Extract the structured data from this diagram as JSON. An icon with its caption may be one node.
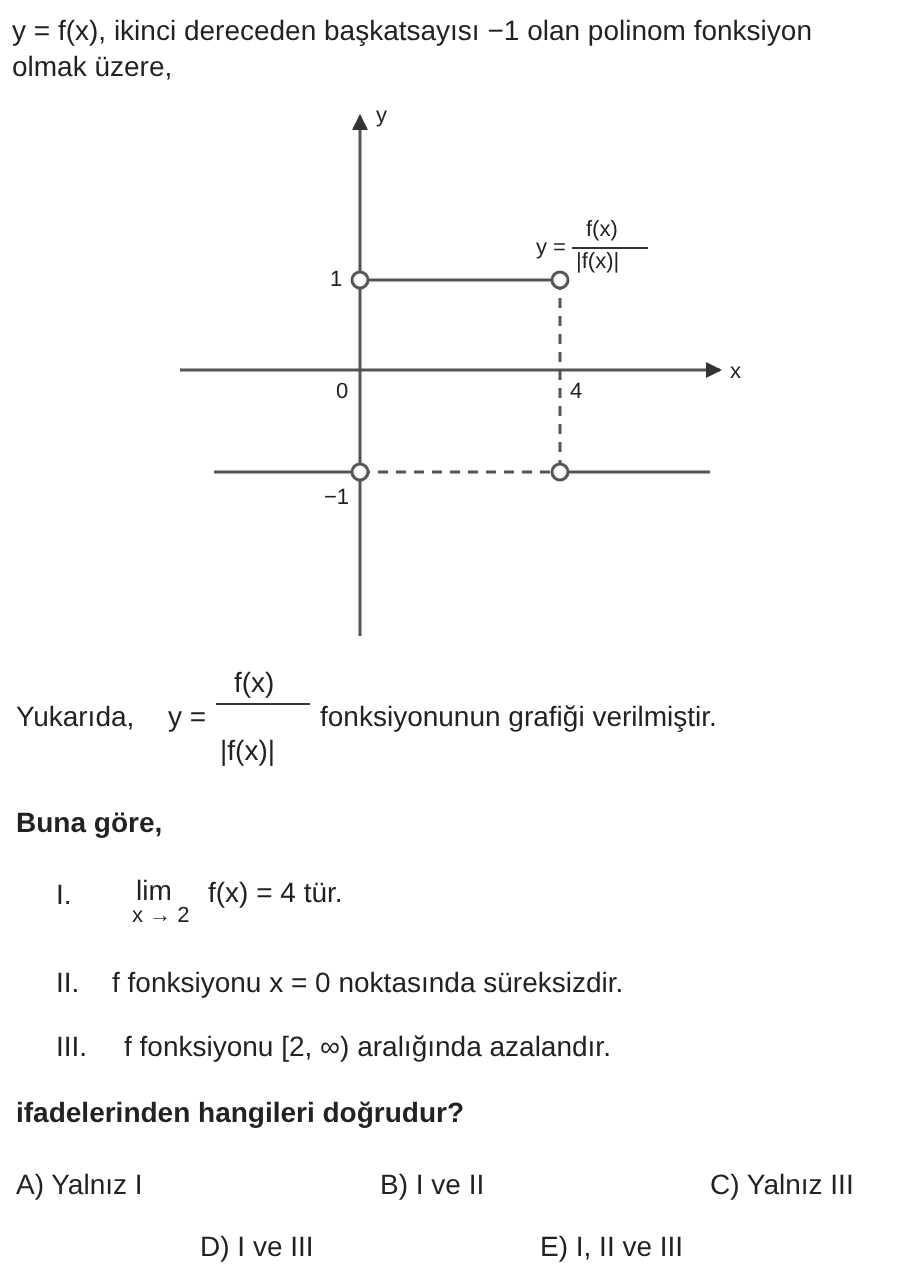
{
  "diagram": {
    "labels": [
      "y = f(x), ikinci dereceden başkatsayısı −1 olan polinom fonksiyon olmak üzere,",
      "y",
      "y =",
      "f(x)",
      "|f(x)|",
      "1",
      "x",
      "0",
      "4",
      "−1",
      "Yukarıda,",
      "y =",
      "f(x)",
      "|f(x)|",
      "fonksiyonunun grafiği verilmiştir.",
      "Buna göre,",
      "I.",
      "lim",
      "x → 2",
      "f(x) = 4 tür.",
      "II.",
      "f fonksiyonu x = 0 noktasında süreksizdir.",
      "III.",
      "f fonksiyonu [2, ∞) aralığında azalandır.",
      "ifadelerinden hangileri doğrudur?",
      "A) Yalnız I",
      "B) I ve II",
      "C) Yalnız III",
      "D) I ve III",
      "E) I, II ve III"
    ]
  }
}
